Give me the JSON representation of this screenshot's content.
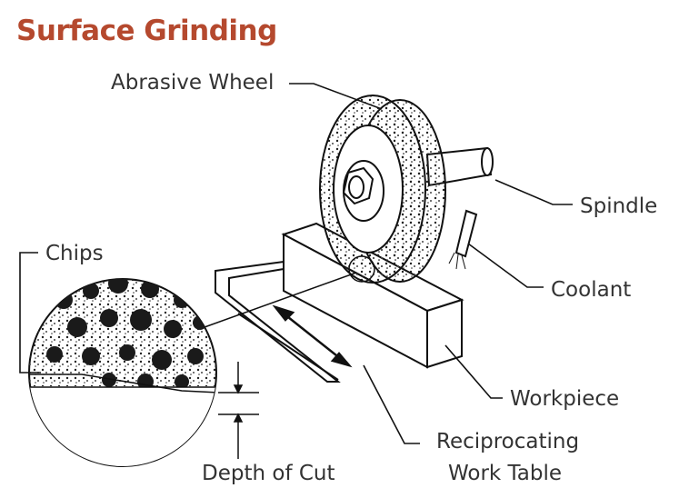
{
  "title": "Surface Grinding",
  "labels": {
    "abrasive_wheel": "Abrasive Wheel",
    "spindle": "Spindle",
    "chips": "Chips",
    "coolant": "Coolant",
    "workpiece": "Workpiece",
    "reciprocating_line1": "Reciprocating",
    "reciprocating_line2": "Work Table",
    "depth_of_cut": "Depth of Cut"
  },
  "colors": {
    "title": "#b5492e",
    "label": "#333333",
    "line": "#111111"
  }
}
